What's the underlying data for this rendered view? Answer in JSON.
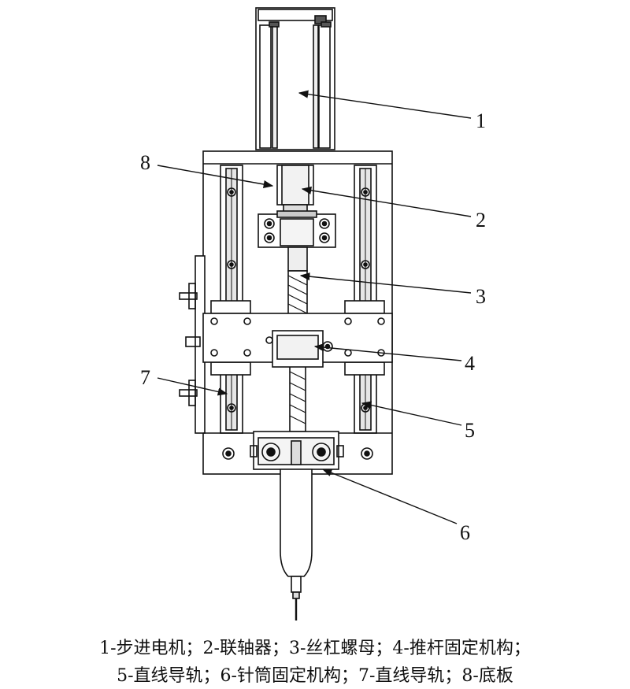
{
  "callouts": [
    {
      "id": "1",
      "label": "1"
    },
    {
      "id": "2",
      "label": "2"
    },
    {
      "id": "3",
      "label": "3"
    },
    {
      "id": "4",
      "label": "4"
    },
    {
      "id": "5",
      "label": "5"
    },
    {
      "id": "6",
      "label": "6"
    },
    {
      "id": "7",
      "label": "7"
    },
    {
      "id": "8",
      "label": "8"
    }
  ],
  "caption": {
    "line1": "1-步进电机；2-联轴器；3-丝杠螺母；4-推杆固定机构；",
    "line2": "5-直线导轨；6-针筒固定机构；7-直线导轨；8-底板"
  }
}
